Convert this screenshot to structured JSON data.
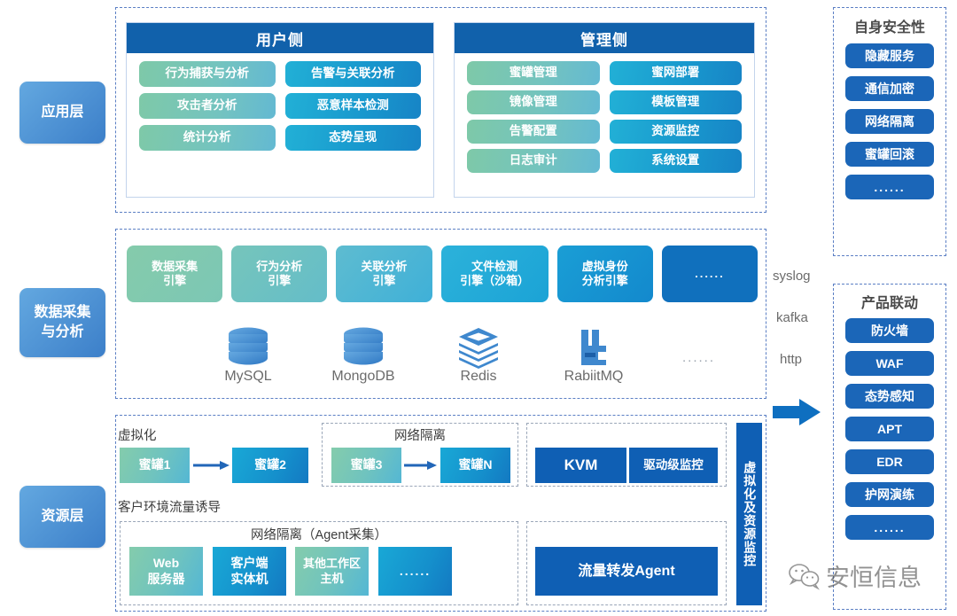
{
  "layers": [
    {
      "id": "app",
      "label": "应用层"
    },
    {
      "id": "data",
      "label": "数据采集\n与分析",
      "line1": "数据采集",
      "line2": "与分析"
    },
    {
      "id": "resource",
      "label": "资源层"
    }
  ],
  "application_layer": {
    "panels": [
      {
        "title": "用户侧",
        "left_column": [
          "行为捕获与分析",
          "攻击者分析",
          "统计分析"
        ],
        "right_column": [
          "告警与关联分析",
          "恶意样本检测",
          "态势呈现"
        ]
      },
      {
        "title": "管理侧",
        "left_column": [
          "蜜罐管理",
          "镜像管理",
          "告警配置",
          "日志审计"
        ],
        "right_column": [
          "蜜网部署",
          "模板管理",
          "资源监控",
          "系统设置"
        ]
      }
    ]
  },
  "data_layer": {
    "engines": [
      {
        "line1": "数据采集",
        "line2": "引擎",
        "style": "green"
      },
      {
        "line1": "行为分析",
        "line2": "引擎",
        "style": "green2"
      },
      {
        "line1": "关联分析",
        "line2": "引擎",
        "style": "teal"
      },
      {
        "line1": "文件检测",
        "line2": "引擎（沙箱）",
        "style": "cyan"
      },
      {
        "line1": "虚拟身份",
        "line2": "分析引擎",
        "style": "cyan2"
      },
      {
        "line1": "......",
        "line2": "",
        "style": "blue"
      }
    ],
    "stores": [
      {
        "name": "MySQL",
        "icon": "database-icon"
      },
      {
        "name": "MongoDB",
        "icon": "database-icon"
      },
      {
        "name": "Redis",
        "icon": "stack-icon"
      },
      {
        "name": "RabiitMQ",
        "icon": "factory-icon"
      }
    ],
    "stores_more": "......"
  },
  "protocols": {
    "items": [
      "syslog",
      "kafka",
      "http"
    ],
    "arrow": "arrow-right-icon"
  },
  "resource_layer": {
    "virtualization_label": "虚拟化",
    "traffic_label": "客户环境流量诱导",
    "row1": {
      "open_group": [
        {
          "label": "蜜罐1",
          "style": "green"
        },
        {
          "label": "蜜罐2",
          "style": "cyan"
        }
      ],
      "arrow1": "arrow-right-icon",
      "isolated_group": {
        "title": "网络隔离",
        "items": [
          {
            "label": "蜜罐3",
            "style": "green"
          },
          {
            "label": "蜜罐N",
            "style": "cyan"
          }
        ],
        "arrow": "arrow-right-icon"
      },
      "kvm_group": [
        {
          "label": "KVM",
          "style": "navy"
        },
        {
          "label": "驱动级监控",
          "style": "navy"
        }
      ]
    },
    "row2": {
      "agent_group": {
        "title": "网络隔离（Agent采集）",
        "items": [
          {
            "line1": "Web",
            "line2": "服务器",
            "style": "green"
          },
          {
            "line1": "客户端",
            "line2": "实体机",
            "style": "cyan"
          },
          {
            "line1": "其他工作区",
            "line2": "主机",
            "style": "green"
          },
          {
            "line1": "......",
            "line2": "",
            "style": "cyan"
          }
        ]
      },
      "forward_agent": {
        "label": "流量转发Agent",
        "style": "navy"
      }
    },
    "side_bar": {
      "label": "虚拟化及资源监控"
    }
  },
  "right_panels": [
    {
      "title": "自身安全性",
      "items": [
        "隐藏服务",
        "通信加密",
        "网络隔离",
        "蜜罐回滚",
        "......"
      ]
    },
    {
      "title": "产品联动",
      "items": [
        "防火墙",
        "WAF",
        "态势感知",
        "APT",
        "EDR",
        "护网演练",
        "......"
      ]
    }
  ],
  "watermark": {
    "text": "安恒信息",
    "icon": "wechat-icon"
  },
  "colors": {
    "header_blue": "#1161ab",
    "chip_blue": "#3c7fc9",
    "pill_blue": "#1b66b8",
    "navy": "#0f5fb4",
    "green": "#7ec9a8",
    "cyan": "#19a8d6",
    "dash_border": "#5b7fc4",
    "text_gray": "#6b6b6b"
  }
}
